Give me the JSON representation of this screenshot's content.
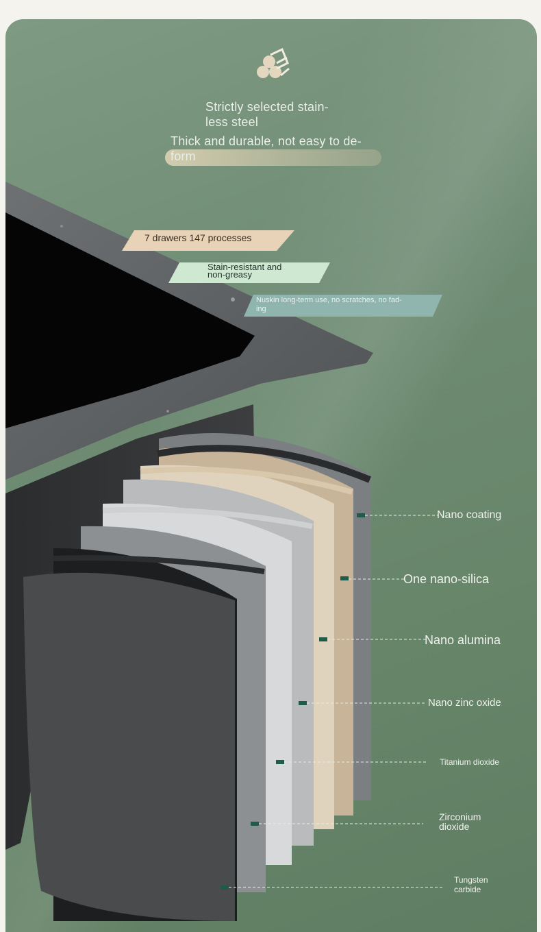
{
  "header": {
    "icon": "stacked-pipes-icon",
    "line1a": "Strictly selected stain-",
    "line1b": "less steel",
    "line2a": "Thick and durable, not easy to de-",
    "line2b": "form"
  },
  "ribbons": {
    "r1": "7 drawers 147 processes",
    "r2a": "Stain-resistant and",
    "r2b": "non-greasy",
    "r3a": "Nuskin long-term use, no scratches, no fad-",
    "r3b": "ing"
  },
  "layers": {
    "l1": "Nano coating",
    "l2": "One nano-silica",
    "l3": "Nano alumina",
    "l4": "Nano zinc oxide",
    "l5": "Titanium dioxide",
    "l6a": "Zirconium",
    "l6b": "dioxide",
    "l7a": "Tungsten",
    "l7b": "carbide"
  },
  "colors": {
    "background": "#6f8c74",
    "ribbon1": "#e8d2b8",
    "ribbon2": "#cfe8d2",
    "ribbon3": "#8fb5ae",
    "marker": "#1f5a4a"
  }
}
